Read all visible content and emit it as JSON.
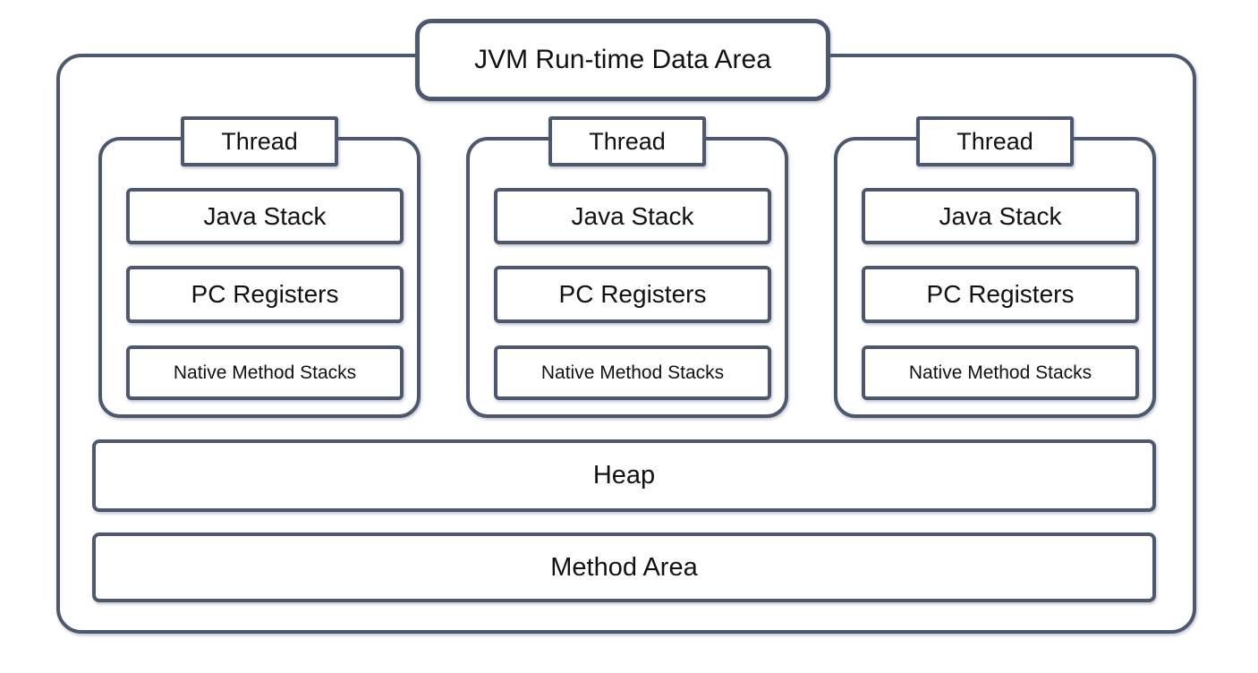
{
  "diagram": {
    "title": "JVM Run-time Data Area",
    "colors": {
      "border": "#4b5870",
      "background": "#ffffff",
      "text": "#111111"
    },
    "threads": [
      {
        "label": "Thread",
        "components": [
          "Java Stack",
          "PC Registers",
          "Native Method Stacks"
        ]
      },
      {
        "label": "Thread",
        "components": [
          "Java Stack",
          "PC Registers",
          "Native Method Stacks"
        ]
      },
      {
        "label": "Thread",
        "components": [
          "Java Stack",
          "PC Registers",
          "Native Method Stacks"
        ]
      }
    ],
    "shared_areas": [
      {
        "label": "Heap"
      },
      {
        "label": "Method Area"
      }
    ]
  }
}
